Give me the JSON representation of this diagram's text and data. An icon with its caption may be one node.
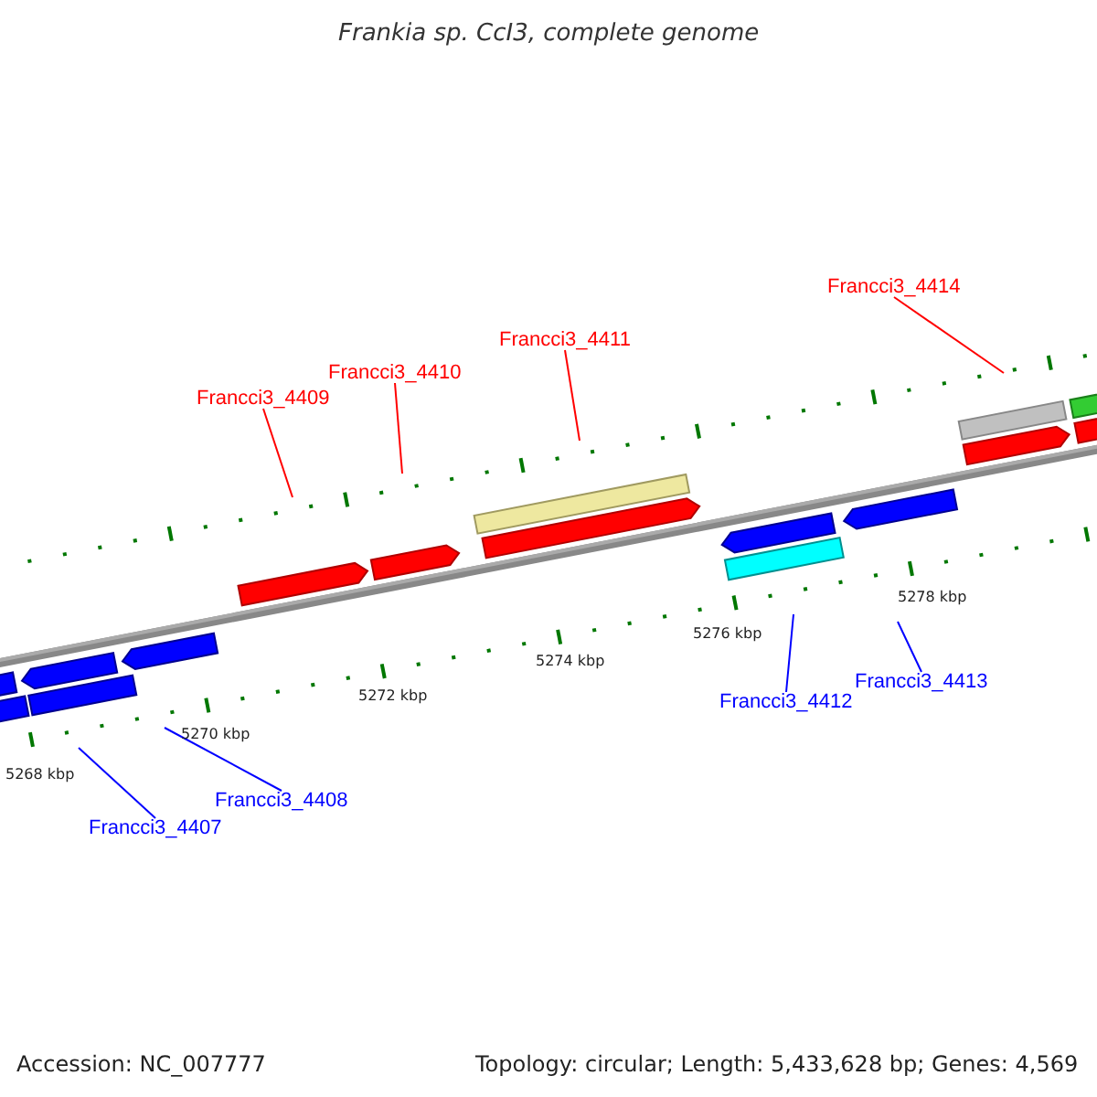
{
  "diagram": {
    "title": "Frankia sp. CcI3, complete genome",
    "nodes": [
      {
        "text": [
          "Francci3_4414"
        ]
      },
      {
        "text": [
          "Francci3_4411"
        ]
      },
      {
        "text": [
          "Francci3_4410"
        ]
      },
      {
        "text": [
          "Francci3_4409"
        ]
      },
      {
        "text": [
          "Francci3_4413"
        ]
      },
      {
        "text": [
          "Francci3_4412"
        ]
      },
      {
        "text": [
          "Francci3_4408"
        ]
      },
      {
        "text": [
          "Francci3_4407"
        ]
      }
    ],
    "edges": [
      {
        "from": 0,
        "to": null,
        "arrow": "none",
        "color": "#ff0000"
      },
      {
        "from": 1,
        "to": null,
        "arrow": "none",
        "color": "#ff0000"
      },
      {
        "from": 2,
        "to": null,
        "arrow": "none",
        "color": "#ff0000"
      },
      {
        "from": 3,
        "to": null,
        "arrow": "none",
        "color": "#ff0000"
      },
      {
        "from": 4,
        "to": null,
        "arrow": "none",
        "color": "#0000ff"
      },
      {
        "from": 5,
        "to": null,
        "arrow": "none",
        "color": "#0000ff"
      },
      {
        "from": 6,
        "to": null,
        "arrow": "none",
        "color": "#0000ff"
      },
      {
        "from": 7,
        "to": null,
        "arrow": "none",
        "color": "#0000ff"
      }
    ],
    "labels": [
      "5278 kbp",
      "5276 kbp",
      "5274 kbp",
      "5272 kbp",
      "5270 kbp",
      "5268 kbp",
      "Accession: NC_007777",
      "Topology: circular; Length: 5,433,628 bp; Genes: 4,569"
    ]
  }
}
